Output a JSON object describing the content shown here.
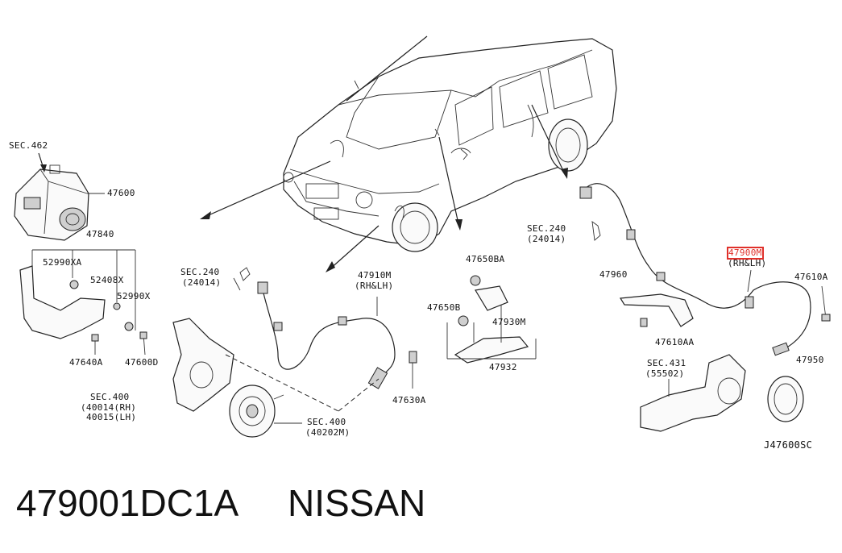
{
  "diagram_id": "J47600SC",
  "caption": {
    "part_number": "479001DC1A",
    "brand": "NISSAN"
  },
  "labels": {
    "sec462": "SEC.462",
    "p47600": "47600",
    "p47840": "47840",
    "p52990xa": "52990XA",
    "p52408x": "52408X",
    "p52990x": "52990X",
    "p47640a": "47640A",
    "p47600d": "47600D",
    "sec240_left": "SEC.240",
    "sec240_left_sub": "(24014)",
    "p47910m": "47910M",
    "p47910m_sub": "(RH&LH)",
    "sec400_a": "SEC.400",
    "sec400_a_sub1": "(40014(RH)",
    "sec400_a_sub2": "40015(LH)",
    "sec400_b": "SEC.400",
    "sec400_b_sub": "(40202M)",
    "p47630a": "47630A",
    "p47650ba": "47650BA",
    "p47650b": "47650B",
    "p47930m": "47930M",
    "p47932": "47932",
    "sec240_right": "SEC.240",
    "sec240_right_sub": "(24014)",
    "p47960": "47960",
    "p47900m": "47900M",
    "p47900m_sub": "(RH&LH)",
    "p47610a": "47610A",
    "p47610aa": "47610AA",
    "sec431": "SEC.431",
    "sec431_sub": "(55502)",
    "p47950": "47950",
    "diagram_code": "J47600SC"
  },
  "highlight_color": "#e0302a"
}
